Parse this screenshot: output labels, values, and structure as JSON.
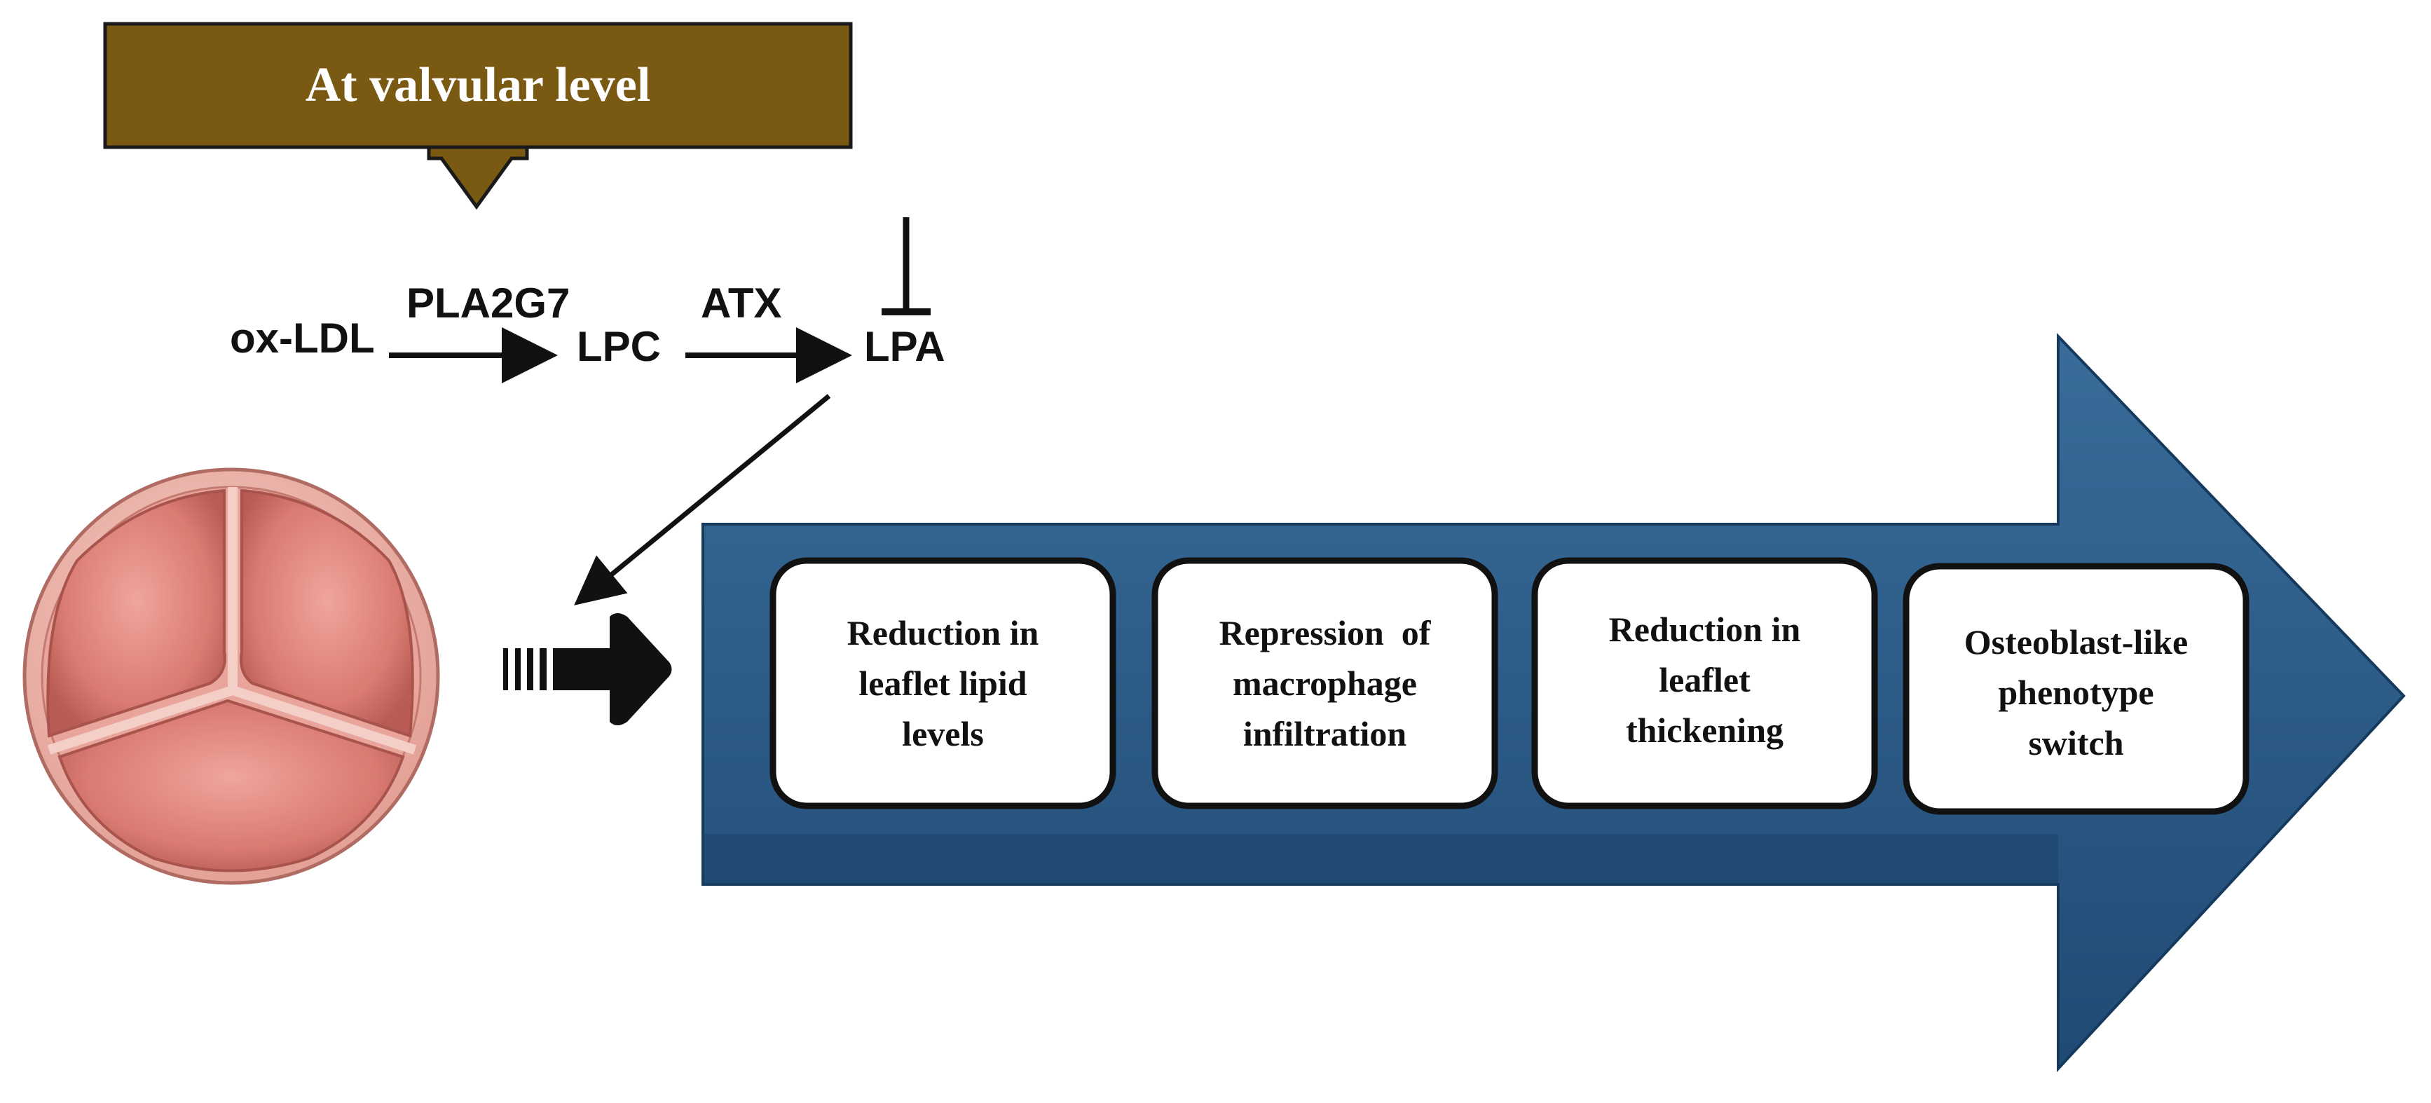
{
  "banner": {
    "title": "At valvular level",
    "fill_color": "#7a5a12"
  },
  "pathway": {
    "substrate": "ox-LDL",
    "enzyme_1": "PLA2G7",
    "intermediate": "LPC",
    "enzyme_2": "ATX",
    "product": "LPA"
  },
  "big_arrow": {
    "fill_color": "#2b5a87"
  },
  "effects": [
    {
      "label": "Reduction in leaflet lipid levels",
      "lines": [
        "Reduction in",
        "leaflet lipid",
        "levels"
      ]
    },
    {
      "label": "Repression of macrophage infiltration",
      "lines": [
        "Repression  of",
        "macrophage",
        "infiltration"
      ]
    },
    {
      "label": "Reduction in leaflet thickening",
      "lines": [
        "Reduction in",
        "leaflet",
        "thickening"
      ]
    },
    {
      "label": "Osteoblast-like phenotype switch",
      "lines": [
        "Osteoblast-like",
        "phenotype",
        "switch"
      ]
    }
  ],
  "valve": {
    "leaflet_color": "#e08a82",
    "rim_color": "#f2b9b0"
  }
}
